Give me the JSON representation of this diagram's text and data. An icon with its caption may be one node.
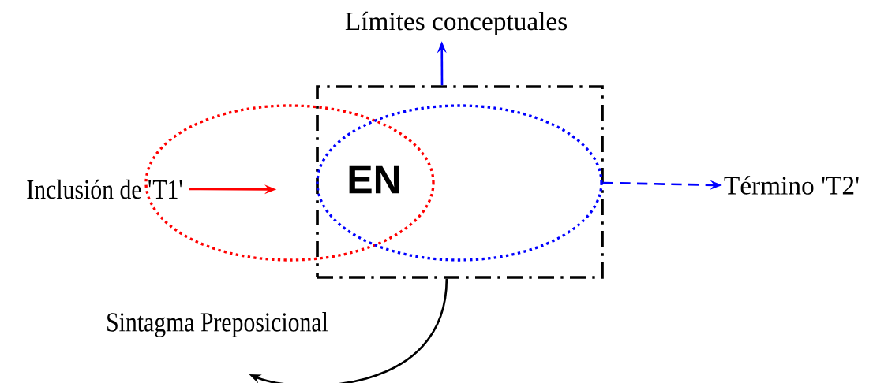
{
  "diagram": {
    "nodes": [
      {
        "text": [],
        "shape": "box"
      },
      {
        "text": [],
        "shape": "ellipse"
      },
      {
        "text": [],
        "shape": "ellipse",
        "in": 0
      },
      {
        "text": [
          "Límites conceptuales"
        ]
      },
      {
        "text": [
          "Inclusión de 'T1'"
        ]
      },
      {
        "text": [
          "Término 'T2'"
        ]
      },
      {
        "text": [
          "Sintagma Preposicional"
        ]
      }
    ],
    "edges": [
      {
        "from": 0,
        "to": 3,
        "arrow": "to",
        "color": "#0000ff"
      },
      {
        "from": 4,
        "to": 1,
        "arrow": "to",
        "color": "#ff0000"
      },
      {
        "from": 2,
        "to": 5,
        "arrow": "to",
        "style": "dashed",
        "color": "#0000ff"
      },
      {
        "from": 0,
        "to": 6,
        "arrow": "to",
        "color": "#000000"
      }
    ],
    "labels": [
      "EN"
    ]
  }
}
